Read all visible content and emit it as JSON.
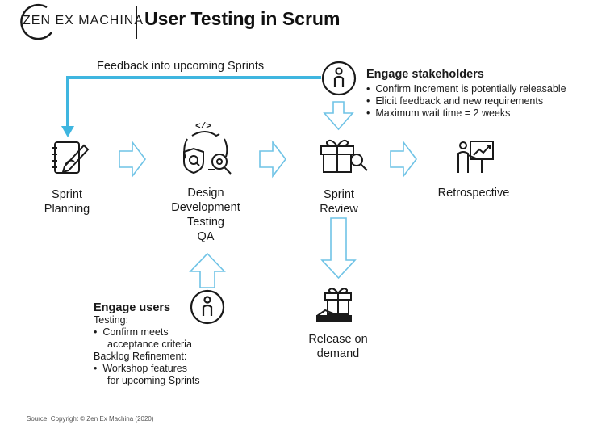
{
  "header": {
    "logo_text": "ZEN EX MACHINA",
    "title": "User Testing in Scrum"
  },
  "feedback_label": "Feedback into upcoming Sprints",
  "stages": {
    "sprint_planning": [
      "Sprint",
      "Planning"
    ],
    "build": [
      "Design",
      "Development",
      "Testing",
      "QA"
    ],
    "sprint_review": [
      "Sprint",
      "Review"
    ],
    "retrospective": "Retrospective",
    "release": [
      "Release on",
      "demand"
    ]
  },
  "stakeholders": {
    "heading": "Engage stakeholders",
    "bullets": [
      "Confirm Increment is potentially releasable",
      "Elicit feedback and new requirements",
      "Maximum wait time = 2 weeks"
    ]
  },
  "users": {
    "heading": "Engage users",
    "testing_label": "Testing:",
    "testing_bullets": [
      "Confirm meets",
      "acceptance criteria"
    ],
    "refinement_label": "Backlog Refinement:",
    "refinement_bullets": [
      "Workshop features",
      "for upcoming Sprints"
    ]
  },
  "source": "Source: Copyright © Zen Ex Machina (2020)",
  "colors": {
    "accent": "#3fb6e0",
    "arrow_outline": "#6fc3e6",
    "text": "#1a1a1a"
  },
  "icons": [
    "zen-circle-icon",
    "notebook-pen-icon",
    "dev-cycle-icon",
    "gift-magnifier-icon",
    "presenter-chart-icon",
    "hand-gift-icon",
    "person-circle-icon"
  ]
}
